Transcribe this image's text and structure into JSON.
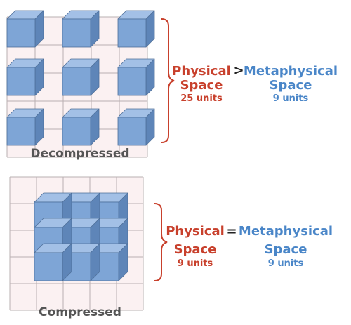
{
  "top": {
    "caption": "Decompressed",
    "physical_title_line1": "Physical",
    "physical_title_line2": "Space",
    "physical_units": "25 units",
    "operator": ">",
    "metaphysical_title_line1": "Metaphysical",
    "metaphysical_title_line2": "Space",
    "metaphysical_units": "9 units"
  },
  "bottom": {
    "caption": "Compressed",
    "physical_title_line1": "Physical",
    "physical_title_line2": "Space",
    "physical_units": "9 units",
    "operator": "=",
    "metaphysical_title_line1": "Metaphysical",
    "metaphysical_title_line2": "Space",
    "metaphysical_units": "9 units"
  },
  "colors": {
    "physical": "#c8402c",
    "metaphysical": "#4a86c8",
    "operator": "#222222",
    "caption": "#555555",
    "grid_fill": "#fbf1f2",
    "grid_line": "#b9b0b2",
    "cube_front": "#7ea5d6",
    "cube_top": "#a3c0e6",
    "cube_side": "#5e85b8",
    "cube_edge": "#4e6f99",
    "brace": "#c8402c"
  }
}
